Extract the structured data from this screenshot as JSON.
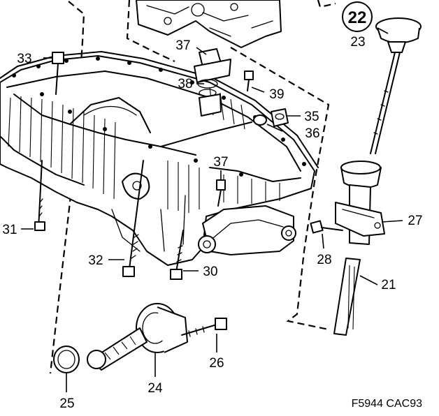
{
  "figure_code": "F5944 CAC93",
  "callouts": [
    {
      "id": "c22",
      "label": "22",
      "circled": true
    },
    {
      "id": "c23",
      "label": "23"
    },
    {
      "id": "c33",
      "label": "33"
    },
    {
      "id": "c37a",
      "label": "37"
    },
    {
      "id": "c38",
      "label": "38"
    },
    {
      "id": "c39",
      "label": "39"
    },
    {
      "id": "c35",
      "label": "35"
    },
    {
      "id": "c36",
      "label": "36"
    },
    {
      "id": "c37b",
      "label": "37"
    },
    {
      "id": "c27",
      "label": "27"
    },
    {
      "id": "c31",
      "label": "31"
    },
    {
      "id": "c28",
      "label": "28"
    },
    {
      "id": "c32",
      "label": "32"
    },
    {
      "id": "c30",
      "label": "30"
    },
    {
      "id": "c21",
      "label": "21"
    },
    {
      "id": "c26",
      "label": "26"
    },
    {
      "id": "c24",
      "label": "24"
    },
    {
      "id": "c25",
      "label": "25"
    }
  ]
}
